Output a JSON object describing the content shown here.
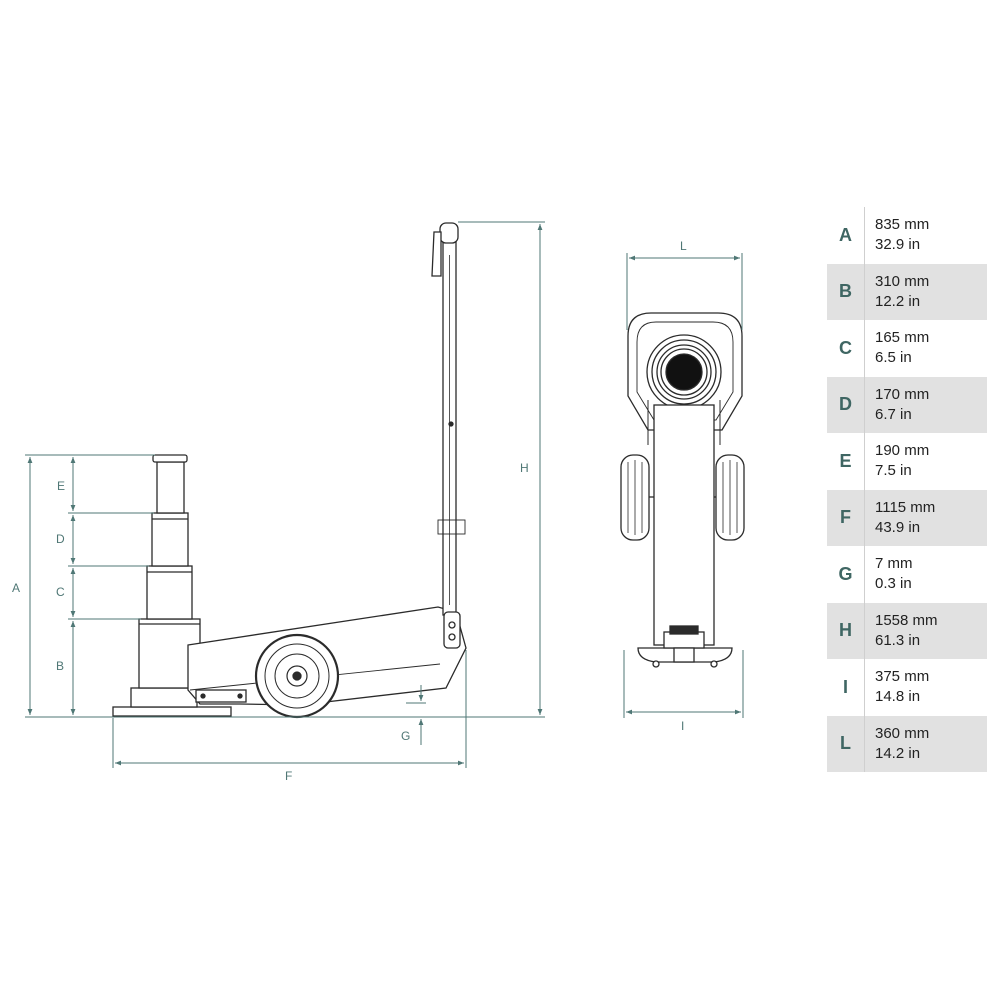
{
  "colors": {
    "dimension": "#4f7775",
    "drawing": "#2b2b2b",
    "table_shade": "#e1e1e1"
  },
  "side_view": {
    "labels": {
      "A": "A",
      "B": "B",
      "C": "C",
      "D": "D",
      "E": "E",
      "F": "F",
      "G": "G",
      "H": "H"
    }
  },
  "top_view": {
    "labels": {
      "L": "L",
      "I": "I"
    }
  },
  "specs": [
    {
      "letter": "A",
      "metric": "835 mm",
      "imperial": "32.9 in"
    },
    {
      "letter": "B",
      "metric": "310 mm",
      "imperial": "12.2 in"
    },
    {
      "letter": "C",
      "metric": "165 mm",
      "imperial": "6.5 in"
    },
    {
      "letter": "D",
      "metric": "170 mm",
      "imperial": "6.7 in"
    },
    {
      "letter": "E",
      "metric": "190 mm",
      "imperial": "7.5 in"
    },
    {
      "letter": "F",
      "metric": "1115 mm",
      "imperial": "43.9 in"
    },
    {
      "letter": "G",
      "metric": "7 mm",
      "imperial": "0.3 in"
    },
    {
      "letter": "H",
      "metric": "1558 mm",
      "imperial": "61.3 in"
    },
    {
      "letter": "I",
      "metric": "375 mm",
      "imperial": "14.8 in"
    },
    {
      "letter": "L",
      "metric": "360 mm",
      "imperial": "14.2 in"
    }
  ]
}
